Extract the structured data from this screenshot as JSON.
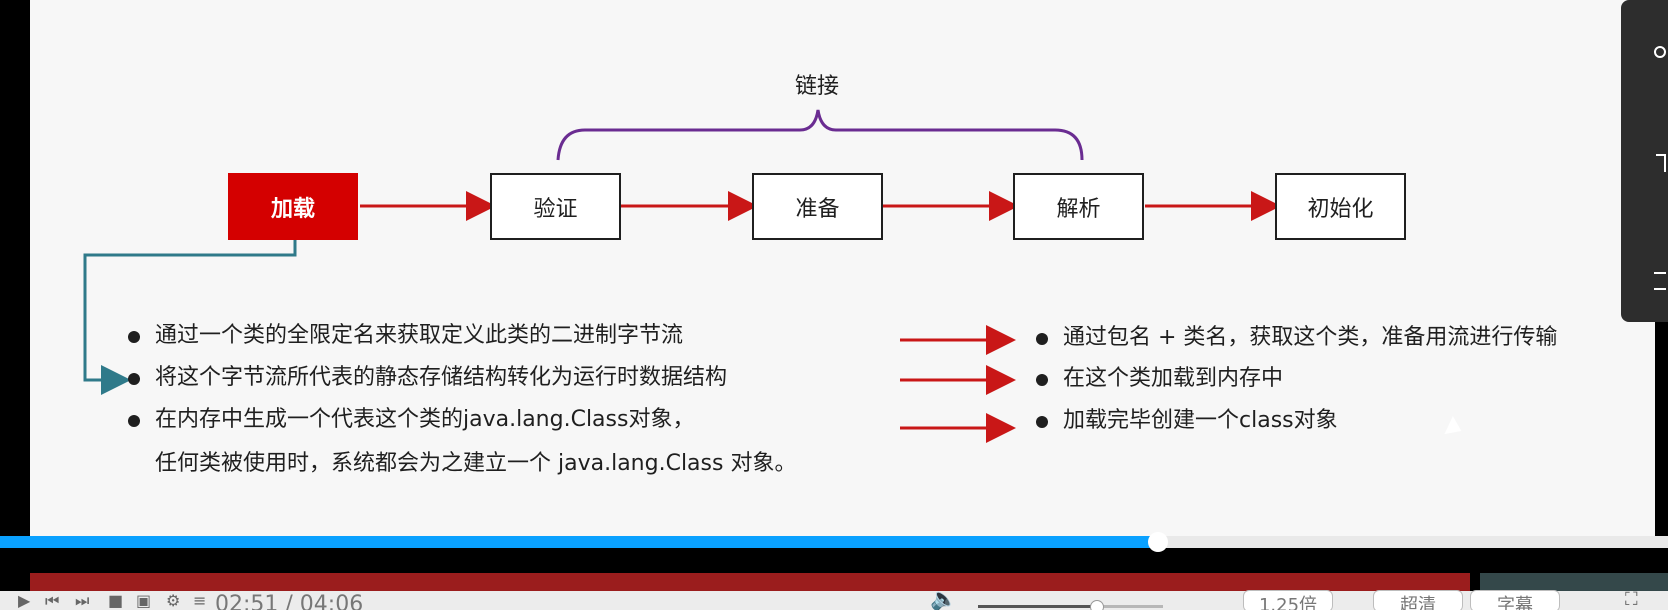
{
  "diagram": {
    "top_label": "链接",
    "stages": [
      "加载",
      "验证",
      "准备",
      "解析",
      "初始化"
    ],
    "active_stage": "加载",
    "left_bullets": [
      "通过一个类的全限定名来获取定义此类的二进制字节流",
      "将这个字节流所代表的静态存储结构转化为运行时数据结构",
      "在内存中生成一个代表这个类的java.lang.Class对象，",
      "任何类被使用时，系统都会为之建立一个 java.lang.Class 对象。"
    ],
    "right_bullets": [
      "通过包名 + 类名，获取这个类，准备用流进行传输",
      "在这个类加载到内存中",
      "加载完毕创建一个class对象"
    ],
    "colors": {
      "active_box": "#d40000",
      "arrows": "#c91717",
      "bracket": "#6a2c91",
      "connector": "#2f7a8a"
    }
  },
  "player": {
    "time": "02:51 / 04:06",
    "progress_fraction": 0.694,
    "volume_fraction": 0.64,
    "speed_label": "1.25倍",
    "quality_label": "超清",
    "subtitle_label": "字幕",
    "icons": [
      "play-icon",
      "volume-icon",
      "fullscreen-icon"
    ]
  }
}
